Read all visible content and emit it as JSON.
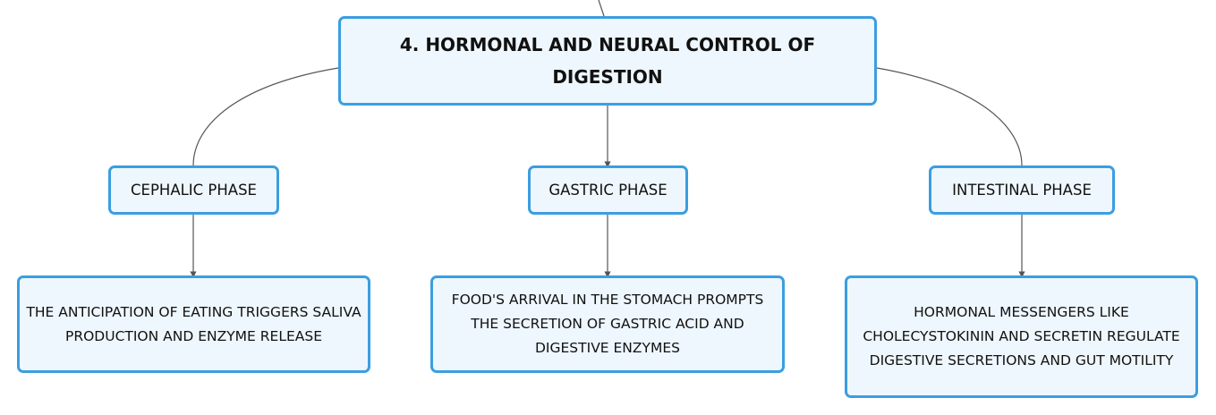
{
  "root": {
    "label": "4. HORMONAL AND NEURAL CONTROL OF DIGESTION"
  },
  "phases": [
    {
      "label": "CEPHALIC PHASE",
      "detail": "THE ANTICIPATION OF EATING TRIGGERS SALIVA PRODUCTION AND ENZYME RELEASE"
    },
    {
      "label": "GASTRIC PHASE",
      "detail": "FOOD'S ARRIVAL IN THE STOMACH PROMPTS THE SECRETION OF GASTRIC ACID AND DIGESTIVE ENZYMES"
    },
    {
      "label": "INTESTINAL PHASE",
      "detail": "HORMONAL MESSENGERS LIKE CHOLECYSTOKININ AND SECRETIN REGULATE DIGESTIVE SECRETIONS AND GUT MOTILITY"
    }
  ],
  "colors": {
    "node_border": "#3b9ee0",
    "node_fill": "#eef7fd",
    "connector": "#555555"
  }
}
